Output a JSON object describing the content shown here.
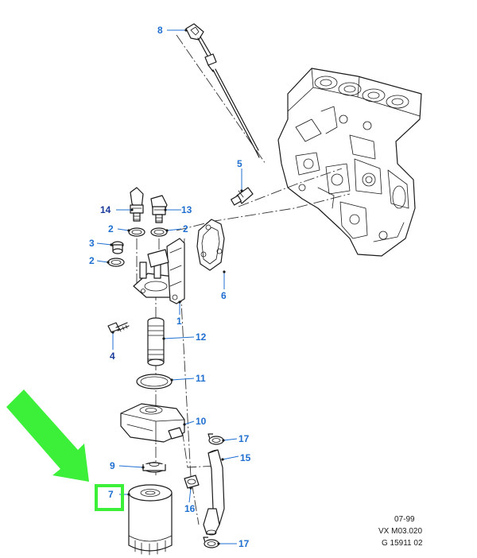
{
  "callouts": {
    "c1": "1",
    "c2a": "2",
    "c2b": "2",
    "c2c": "2",
    "c3": "3",
    "c4": "4",
    "c5": "5",
    "c6": "6",
    "c7": "7",
    "c8": "8",
    "c9": "9",
    "c10": "10",
    "c11": "11",
    "c12": "12",
    "c13": "13",
    "c14": "14",
    "c15": "15",
    "c16": "16",
    "c17a": "17",
    "c17b": "17"
  },
  "reference": {
    "date": "07-99",
    "code": "VX M03.020",
    "figure": "G 15911 02"
  },
  "highlight": {
    "color": "#3cf03a",
    "target_callout": "7"
  },
  "callout_color": "#1f6fd1"
}
